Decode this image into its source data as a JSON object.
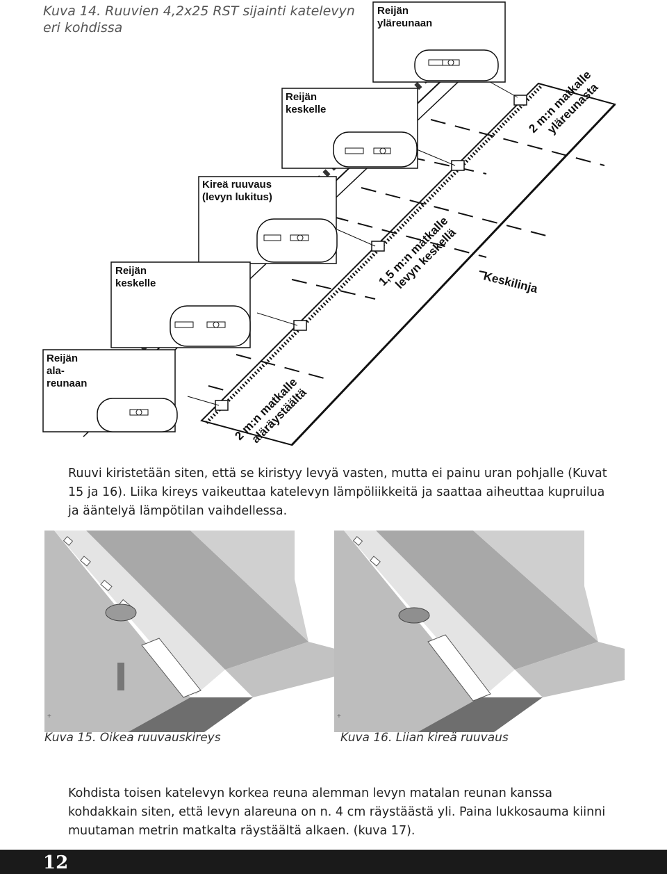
{
  "figure14": {
    "caption_line1": "Kuva 14. Ruuvien 4,2x25 RST sijainti katelevyn",
    "caption_line2": "eri kohdissa",
    "callouts": {
      "top_edge": [
        "Reijän",
        "yläreunaan"
      ],
      "center_upper": [
        "Reijän",
        "keskelle"
      ],
      "tight": [
        "Kireä ruuvaus",
        "(levyn lukitus)"
      ],
      "center_lower": [
        "Reijän",
        "keskelle"
      ],
      "bottom_edge": [
        "Reijän",
        "ala-",
        "reunaan"
      ]
    },
    "dimension_top": [
      "2 m:n matkalle",
      "yläreunasta"
    ],
    "dimension_middle": [
      "1,5 m:n matkalle",
      "levyn keskellä"
    ],
    "dimension_bottom": [
      "2 m:n matkalle",
      "aläräystäältä"
    ],
    "centerline_label": "Keskilinja"
  },
  "paragraph1": "Ruuvi kiristetään siten, että se kiristyy levyä vasten, mutta ei painu uran pohjalle (Kuvat 15 ja 16). Liika kireys vaikeuttaa katelevyn lämpöliikkeitä ja saattaa aiheuttaa kupruilua ja ääntelyä lämpötilan vaihdellessa.",
  "figure15": {
    "caption": "Kuva 15. Oikea ruuvauskireys"
  },
  "figure16": {
    "caption": "Kuva 16. Liian kireä ruuvaus"
  },
  "paragraph2": "Kohdista toisen katelevyn korkea reuna alemman levyn matalan reunan kanssa kohdakkain siten, että levyn alareuna on n. 4 cm räystäästä yli. Paina lukkosauma kiinni muutaman metrin matkalta räystäältä alkaen. (kuva 17).",
  "page_number": "12"
}
